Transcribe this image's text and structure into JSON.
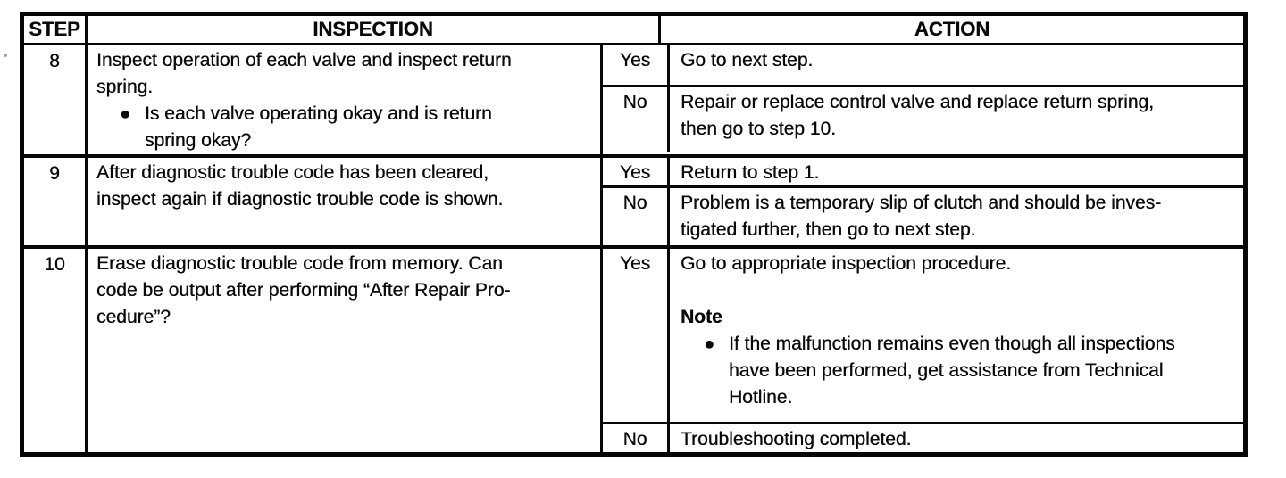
{
  "colors": {
    "ink": "#0a0a0a",
    "paper": "#ffffff"
  },
  "table": {
    "bullet_glyph": "●",
    "headers": {
      "step": "STEP",
      "inspection": "INSPECTION",
      "action": "ACTION"
    },
    "rows": [
      {
        "step": "8",
        "inspection": {
          "main": "Inspect operation of each valve and inspect return\nspring.",
          "bullet": "Is each valve operating okay and is return\nspring okay?"
        },
        "answers": [
          {
            "label": "Yes",
            "action": "Go to next step."
          },
          {
            "label": "No",
            "action": "Repair or replace control valve and replace return spring,\nthen go to step 10."
          }
        ]
      },
      {
        "step": "9",
        "inspection": {
          "main": "After diagnostic trouble code has been cleared,\ninspect again if diagnostic trouble code is shown."
        },
        "answers": [
          {
            "label": "Yes",
            "action": "Return to step 1."
          },
          {
            "label": "No",
            "action": "Problem is a temporary slip of clutch and should be inves-\ntigated further, then go to next step."
          }
        ]
      },
      {
        "step": "10",
        "inspection": {
          "main": "Erase diagnostic trouble code from memory. Can\ncode be output after performing “After Repair Pro-\ncedure”?"
        },
        "answers": [
          {
            "label": "Yes",
            "action": "Go to appropriate inspection procedure.",
            "note_title": "Note",
            "note_bullet": "If the malfunction remains even though all inspections\nhave been performed, get assistance from Technical\nHotline."
          },
          {
            "label": "No",
            "action": "Troubleshooting completed."
          }
        ]
      }
    ]
  }
}
